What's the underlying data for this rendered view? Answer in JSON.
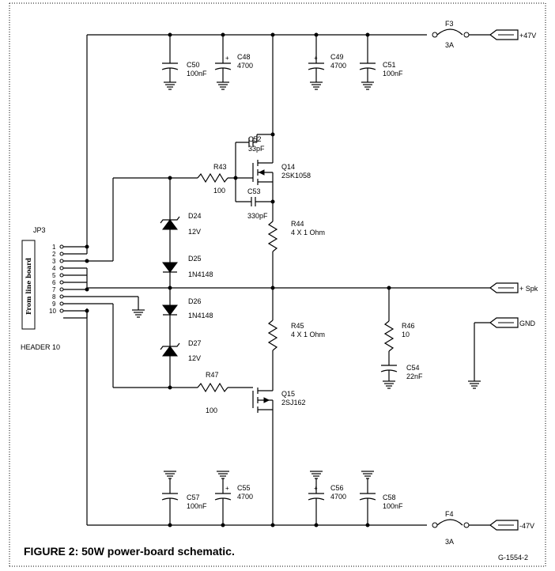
{
  "caption": "FIGURE 2: 50W power-board schematic.",
  "figure_code": "G-1554-2",
  "header": {
    "ref": "JP3",
    "name": "HEADER 10",
    "side_text": "From line board",
    "pins": [
      "1",
      "2",
      "3",
      "4",
      "5",
      "6",
      "7",
      "8",
      "9",
      "10"
    ]
  },
  "terminals": {
    "pos_rail": "+47V",
    "neg_rail": "-47V",
    "speaker": "+ Spk",
    "ground": "GND"
  },
  "fuses": {
    "f3": {
      "ref": "F3",
      "value": "3A"
    },
    "f4": {
      "ref": "F4",
      "value": "3A"
    }
  },
  "capacitors": {
    "c50": {
      "ref": "C50",
      "value": "100nF"
    },
    "c48": {
      "ref": "C48",
      "value": "4700"
    },
    "c49": {
      "ref": "C49",
      "value": "4700"
    },
    "c51": {
      "ref": "C51",
      "value": "100nF"
    },
    "c52": {
      "ref": "C52",
      "value": "33pF"
    },
    "c53": {
      "ref": "C53",
      "value": "330pF"
    },
    "c54": {
      "ref": "C54",
      "value": "22nF"
    },
    "c57": {
      "ref": "C57",
      "value": "100nF"
    },
    "c55": {
      "ref": "C55",
      "value": "4700"
    },
    "c56": {
      "ref": "C56",
      "value": "4700"
    },
    "c58": {
      "ref": "C58",
      "value": "100nF"
    }
  },
  "resistors": {
    "r43": {
      "ref": "R43",
      "value": "100"
    },
    "r44": {
      "ref": "R44",
      "value": "4 X 1 Ohm"
    },
    "r45": {
      "ref": "R45",
      "value": "4 X 1 Ohm"
    },
    "r46": {
      "ref": "R46",
      "value": "10"
    },
    "r47": {
      "ref": "R47",
      "value": "100"
    }
  },
  "diodes": {
    "d24": {
      "ref": "D24",
      "value": "12V"
    },
    "d25": {
      "ref": "D25",
      "value": "1N4148"
    },
    "d26": {
      "ref": "D26",
      "value": "1N4148"
    },
    "d27": {
      "ref": "D27",
      "value": "12V"
    }
  },
  "transistors": {
    "q14": {
      "ref": "Q14",
      "value": "2SK1058"
    },
    "q15": {
      "ref": "Q15",
      "value": "2SJ162"
    }
  }
}
